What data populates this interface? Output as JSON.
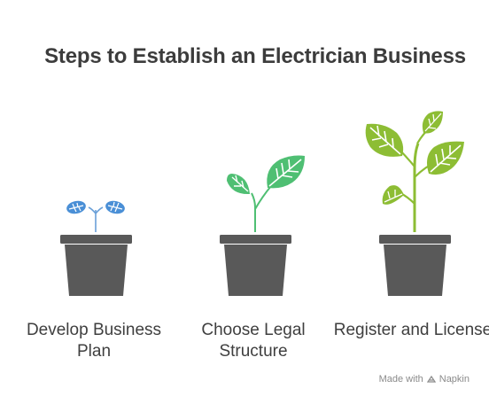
{
  "title": "Steps to Establish an Electrician Business",
  "steps": [
    {
      "label": "Develop Business Plan",
      "stage": "sprout",
      "leaf_color": "#4a8fd6"
    },
    {
      "label": "Choose Legal Structure",
      "stage": "seedling",
      "leaf_color": "#4fbf73"
    },
    {
      "label": "Register and License",
      "stage": "young plant",
      "leaf_color": "#8dbd34"
    }
  ],
  "pot_color": "#595959",
  "branding": {
    "prefix": "Made with",
    "brand": "Napkin"
  }
}
